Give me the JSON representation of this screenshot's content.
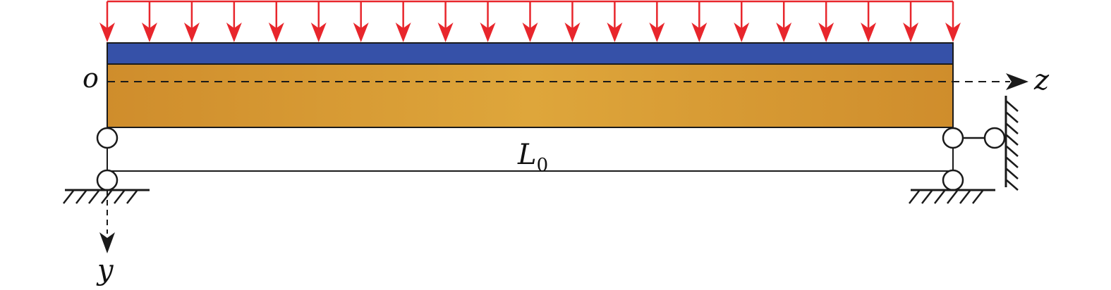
{
  "labels": {
    "origin": "o",
    "z_axis": "z",
    "y_axis": "y",
    "length_main": "L",
    "length_sub": "0"
  },
  "colors": {
    "load_arrow": "#e8262c",
    "top_layer": "#3651a8",
    "core_layer_edge": "#cf8d2c",
    "core_layer_center": "#dea63b",
    "line": "#1a1a1a"
  },
  "load": {
    "arrow_count": 21
  }
}
